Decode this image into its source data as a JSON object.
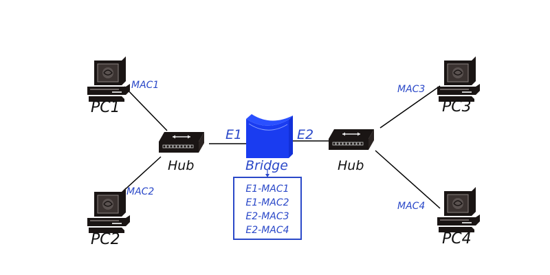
{
  "diagram": {
    "pcs": [
      {
        "name": "PC1",
        "mac": "MAC1"
      },
      {
        "name": "PC2",
        "mac": "MAC2"
      },
      {
        "name": "PC3",
        "mac": "MAC3"
      },
      {
        "name": "PC4",
        "mac": "MAC4"
      }
    ],
    "hubs": [
      {
        "name": "Hub"
      },
      {
        "name": "Hub"
      }
    ],
    "bridge": {
      "name": "Bridge",
      "ports": [
        "E1",
        "E2"
      ],
      "mac_table": [
        "E1-MAC1",
        "E1-MAC2",
        "E2-MAC3",
        "E2-MAC4"
      ]
    },
    "colors": {
      "accent": "#2a48c8",
      "bridge_fill": "#1a3cf0",
      "device": "#1a1514",
      "line": "#000000"
    }
  }
}
